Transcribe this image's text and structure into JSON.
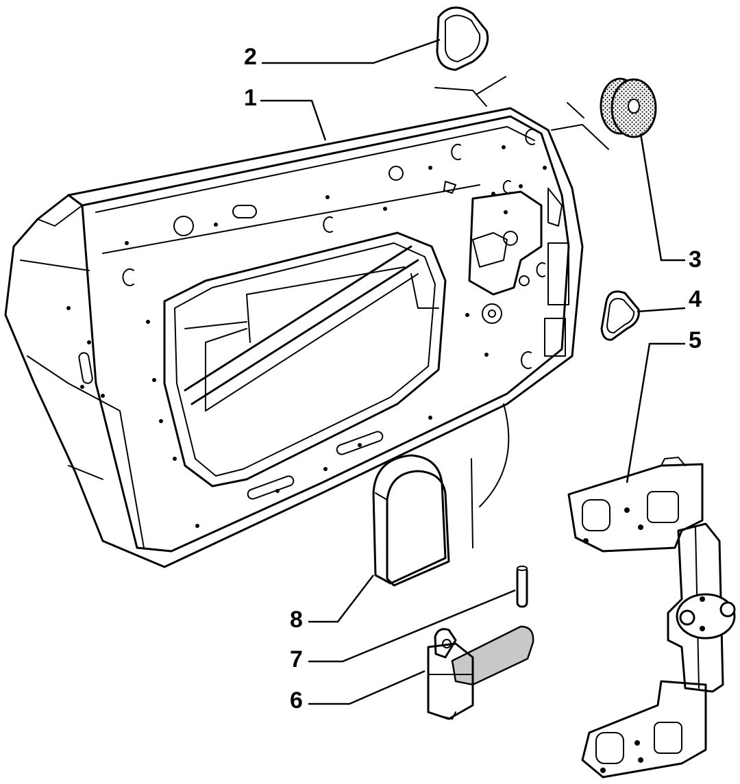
{
  "diagram": {
    "type": "exploded-parts-diagram",
    "callouts": [
      {
        "id": "c1",
        "label": "1",
        "part": "door-shell"
      },
      {
        "id": "c2",
        "label": "2",
        "part": "upper-grommet"
      },
      {
        "id": "c3",
        "label": "3",
        "part": "plug-cap"
      },
      {
        "id": "c4",
        "label": "4",
        "part": "side-grommet"
      },
      {
        "id": "c5",
        "label": "5",
        "part": "door-hinge"
      },
      {
        "id": "c6",
        "label": "6",
        "part": "door-check-strap"
      },
      {
        "id": "c7",
        "label": "7",
        "part": "hinge-pin"
      },
      {
        "id": "c8",
        "label": "8",
        "part": "rubber-cover"
      }
    ]
  },
  "colors": {
    "ink": "#000000",
    "paper": "#ffffff",
    "stipple": "#c8c8c8"
  }
}
